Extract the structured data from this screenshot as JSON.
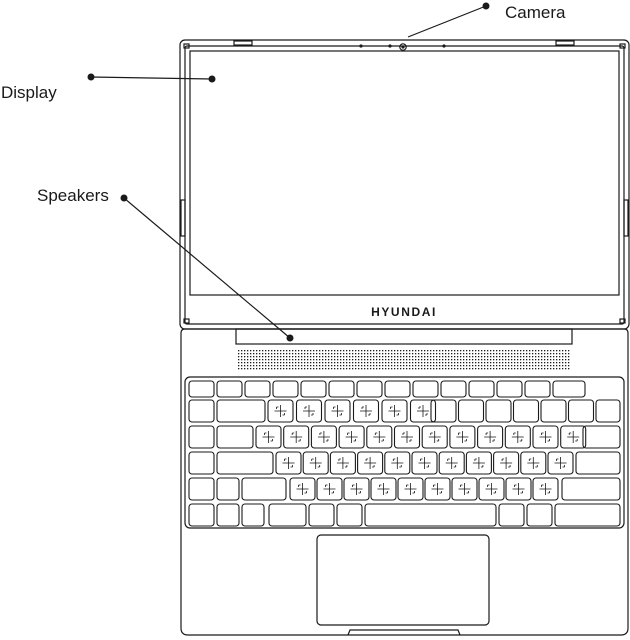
{
  "callouts": {
    "camera": "Camera",
    "display": "Display",
    "speakers": "Speakers"
  },
  "brand": "HYUNDAI",
  "colors": {
    "line": "#1a1a1a",
    "background": "#ffffff"
  }
}
